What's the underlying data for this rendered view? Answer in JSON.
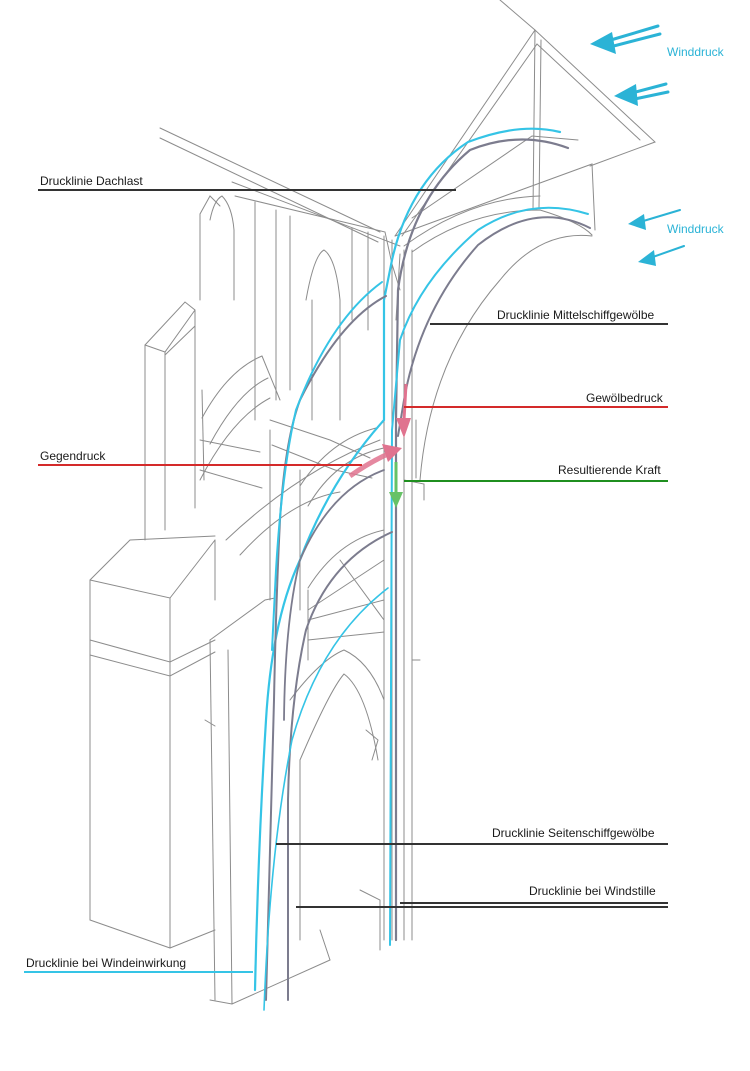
{
  "labels": {
    "winddruck_top": "Winddruck",
    "winddruck_mid": "Winddruck",
    "dachlast": "Drucklinie Dachlast",
    "mittelschiff": "Drucklinie Mittelschiffgewölbe",
    "gewoelbedruck": "Gewölbedruck",
    "gegendruck": "Gegendruck",
    "resultierende": "Resultierende Kraft",
    "seitenschiff": "Drucklinie Seitenschiffgewölbe",
    "windstille": "Drucklinie bei Windstille",
    "windeinwirkung": "Drucklinie bei Windeinwirkung"
  },
  "colors": {
    "pencil": "#8c8c8c",
    "pencil_dark": "#6f6f7a",
    "wind_blue": "#2bb3d6",
    "line_cyan": "#35c4e6",
    "line_gray": "#7c7c8e",
    "leader_dark": "#333333",
    "leader_red": "#d42a2a",
    "leader_green": "#1f8f1f",
    "arrow_pink": "#e0738f",
    "arrow_green": "#66c266"
  }
}
